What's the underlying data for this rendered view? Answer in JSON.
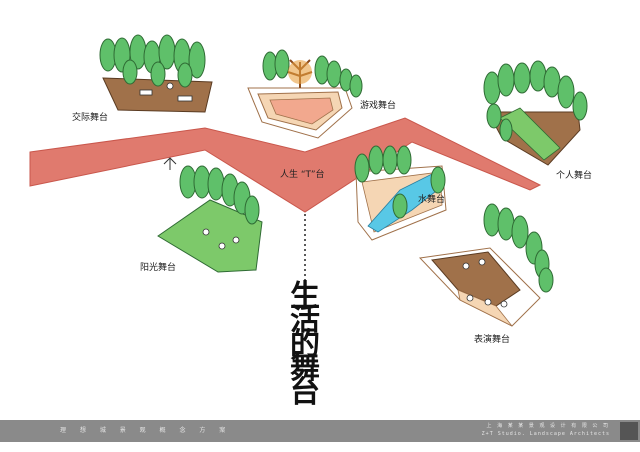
{
  "labels": {
    "social": "交际舞台",
    "game": "游戏舞台",
    "life_t": "人生 “T”台",
    "personal": "个人舞台",
    "water": "水舞台",
    "sun": "阳光舞台",
    "show": "表演舞台"
  },
  "vertical_title": [
    "生",
    "活",
    "的",
    "舞",
    "台"
  ],
  "footer": {
    "left": "理 想 城 景 观 概 念 方 案",
    "right_line1": "上 海 某 某 景 观 设 计 有 限 公 司",
    "right_line2": "Z+T Studio.  Landscape Architects"
  },
  "colors": {
    "t_stage": "#e07a6e",
    "brown_ground": "#a0714a",
    "green_ground": "#7dc96a",
    "tree_green": "#5fc06a",
    "water": "#58c8e6",
    "sand": "#f5d6b4",
    "footer": "#8a8a8a"
  }
}
